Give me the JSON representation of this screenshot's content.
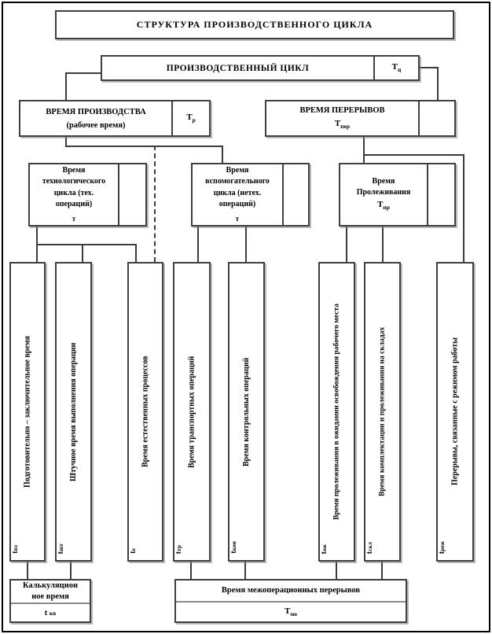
{
  "title": "СТРУКТУРА ПРОИЗВОДСТВЕННОГО ЦИКЛА",
  "level1": {
    "label": "ПРОИЗВОДСТВЕННЫЙ ЦИКЛ",
    "symbol": "Т",
    "sub": "ц"
  },
  "level2": {
    "production": {
      "line1": "ВРЕМЯ ПРОИЗВОДСТВА",
      "line2": "(рабочее время)",
      "symbol": "Т",
      "sub": "р"
    },
    "breaks": {
      "line1": "ВРЕМЯ ПЕРЕРЫВОВ",
      "symbol": "Т",
      "sub": "пер"
    }
  },
  "level3": {
    "tech": {
      "lines": [
        "Время",
        "технологического",
        "цикла (тех.",
        "операций)"
      ],
      "tail": "т"
    },
    "aux": {
      "lines": [
        "Время",
        "вспомогательного",
        "цикла (нетех.",
        "операций)"
      ],
      "tail": "т"
    },
    "idle": {
      "lines": [
        "Время",
        "Пролеживания"
      ],
      "symbol": "Т",
      "sub": "пр"
    }
  },
  "columns": [
    {
      "label": "Подготовительно – заключительное время",
      "symbol": "t",
      "sub": "пз"
    },
    {
      "label": "Штучное время выполнения операции",
      "symbol": "t",
      "sub": "шт"
    },
    {
      "label": "Время естественных процессов",
      "symbol": "t",
      "sub": "е"
    },
    {
      "label": "Время транспортных операций",
      "symbol": "t",
      "sub": "тр"
    },
    {
      "label": "Время контрольных операций",
      "symbol": "t",
      "sub": "кон"
    },
    {
      "label": "Время пролеживания в ожидании освобождения рабочего места",
      "symbol": "t",
      "sub": "ож"
    },
    {
      "label": "Время комплектации и пролеживания на складах",
      "symbol": "t",
      "sub": "скл"
    },
    {
      "label": "Перерывы, связанные с режимом работы",
      "symbol": "t",
      "sub": "реж"
    }
  ],
  "footer": {
    "calc": {
      "line1": "Калькуляцион",
      "line2": "ное время",
      "symbol": "t",
      "sub": "кв"
    },
    "interop": {
      "label": "Время межоперационных перерывов",
      "symbol": "Т",
      "sub": "мо"
    }
  }
}
